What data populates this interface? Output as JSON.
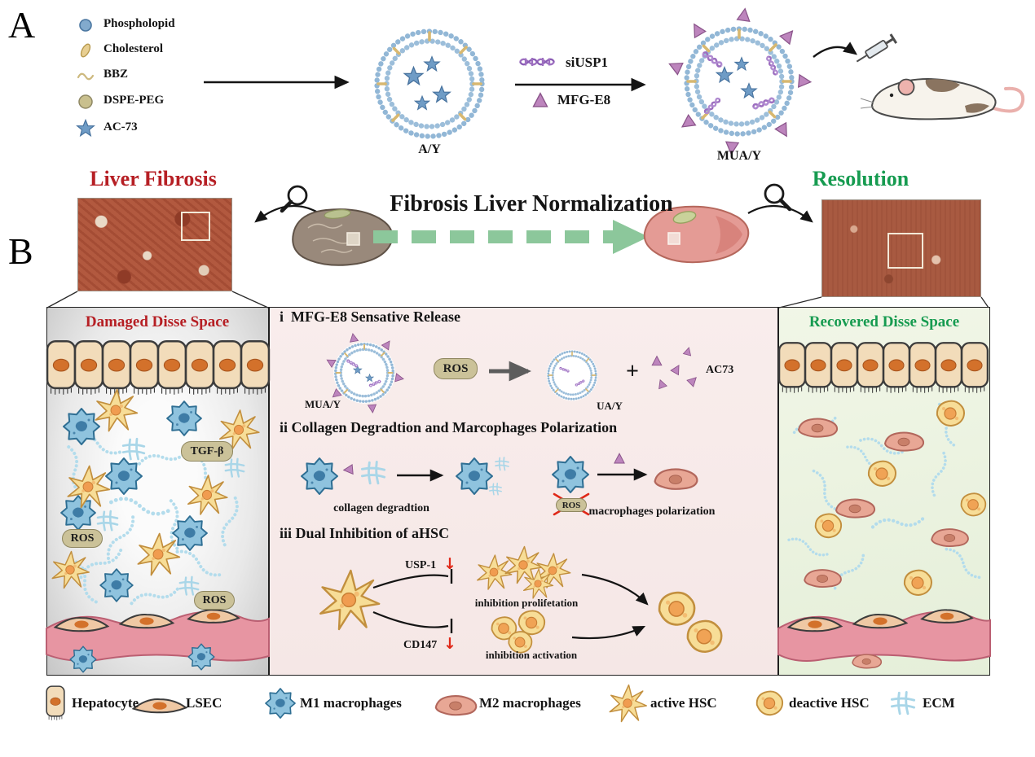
{
  "panel_a": {
    "label": "A",
    "legend": {
      "items": [
        {
          "icon": "phospholipid-icon",
          "label": "Phospholopid"
        },
        {
          "icon": "cholesterol-icon",
          "label": "Cholesterol"
        },
        {
          "icon": "bbz-icon",
          "label": "BBZ"
        },
        {
          "icon": "dspe-peg-icon",
          "label": "DSPE-PEG"
        },
        {
          "icon": "ac73-star-icon",
          "label": "AC-73"
        }
      ]
    },
    "liposome_ay": "A/Y",
    "sirna": "siUSP1",
    "mfge8": "MFG-E8",
    "liposome_muay": "MUA/Y"
  },
  "banner": {
    "left_title": "Liver Fibrosis",
    "center_title": "Fibrosis Liver Normalization",
    "right_title": "Resolution"
  },
  "panel_b": {
    "label": "B",
    "damaged": {
      "title": "Damaged Disse Space",
      "tgf": "TGF-β",
      "ros_upper": "ROS",
      "ros_lower": "ROS"
    },
    "mechanism": {
      "step1": "i  MFG-E8 Sensative Release",
      "muay": "MUA/Y",
      "ros": "ROS",
      "uay": "UA/Y",
      "plus": "+",
      "ac73": "AC73",
      "step2": "ii Collagen Degradtion and Marcophages Polarization",
      "collagen_caption": "collagen degradtion",
      "ros_blocked": "ROS",
      "polarization_caption": "macrophages polarization",
      "step3": "iii Dual Inhibition of aHSC",
      "usp1": "USP-1",
      "down": "↓",
      "proliferation_caption": "inhibition prolifetation",
      "cd147": "CD147",
      "activation_caption": "inhibition activation"
    },
    "recovered": {
      "title": "Recovered Disse Space"
    }
  },
  "legend_bottom": {
    "items": [
      {
        "icon": "hepatocyte-icon",
        "label": "Hepatocyte"
      },
      {
        "icon": "lsec-icon",
        "label": "LSEC"
      },
      {
        "icon": "m1-macrophage-icon",
        "label": "M1 macrophages"
      },
      {
        "icon": "m2-macrophage-icon",
        "label": "M2 macrophages"
      },
      {
        "icon": "active-hsc-icon",
        "label": "active HSC"
      },
      {
        "icon": "deactive-hsc-icon",
        "label": "deactive HSC"
      },
      {
        "icon": "ecm-icon",
        "label": "ECM"
      }
    ]
  },
  "colors": {
    "fibrosis_red": "#b61f24",
    "resolution_green": "#169b50",
    "arrow_green": "#8cc79b",
    "mfge8_purple": "#bd85bd",
    "pill_olive": "#cbc299"
  }
}
